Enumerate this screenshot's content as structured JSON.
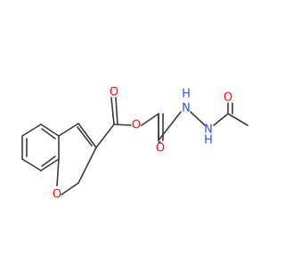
{
  "molecule": {
    "atoms": {
      "o_ring": "O",
      "o_ester": "O",
      "o_ester_carbonyl": "O",
      "o_amide_carbonyl": "O",
      "o_acetyl_carbonyl": "O",
      "n_hydrazide_1": "N",
      "h_hydrazide_1": "H",
      "n_hydrazide_2": "N",
      "h_hydrazide_2": "H"
    }
  },
  "colors": {
    "bond": "#3a3a3a",
    "oxygen": "#ff0d0d",
    "nitrogen": "#3050f8",
    "background": "#ffffff"
  }
}
